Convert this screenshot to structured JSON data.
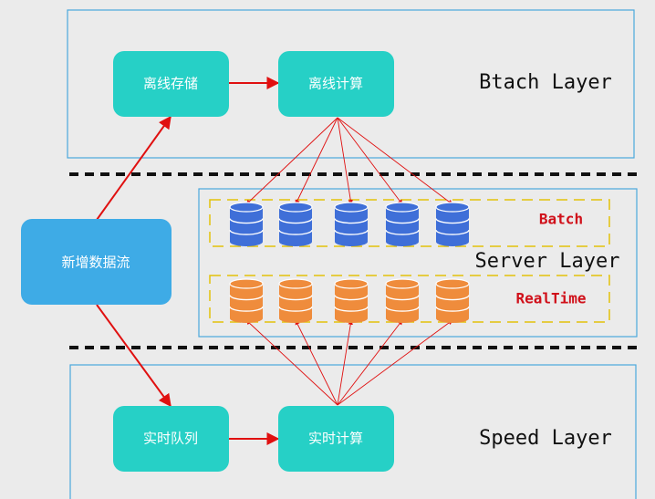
{
  "layers": {
    "batch": "Btach Layer",
    "server": "Server Layer",
    "speed": "Speed Layer"
  },
  "nodes": {
    "new_stream": "新增数据流",
    "offline_storage": "离线存储",
    "offline_compute": "离线计算",
    "realtime_queue": "实时队列",
    "realtime_compute": "实时计算"
  },
  "stores": {
    "batch_label": "Batch",
    "realtime_label": "RealTime",
    "batch_count": 5,
    "realtime_count": 5
  },
  "colors": {
    "background": "#ebebeb",
    "node_teal": "#26d0c6",
    "node_blue": "#3eabe6",
    "panel_border": "#4aa8dd",
    "dashed_gold": "#e3c20a",
    "db_blue": "#3f6fd8",
    "db_orange": "#ef8c3c",
    "arrow_red": "#e01010",
    "separator": "#111111"
  }
}
